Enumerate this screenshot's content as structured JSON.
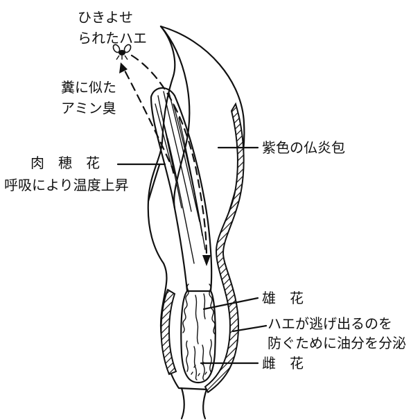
{
  "labels": {
    "attracted_fly_line1": "ひきよせ",
    "attracted_fly_line2": "られたハエ",
    "odor_line1": "糞に似た",
    "odor_line2": "アミン臭",
    "spadix": "肉　穂　花",
    "spadix_note": "呼吸により温度上昇",
    "spathe": "紫色の仏炎包",
    "male_flowers": "雄　花",
    "oil_note_line1": "ハエが逃げ出るのを",
    "oil_note_line2": "防ぐために油分を分泌",
    "female_flowers": "雌　花"
  },
  "colors": {
    "ink": "#111111",
    "background": "#ffffff"
  }
}
